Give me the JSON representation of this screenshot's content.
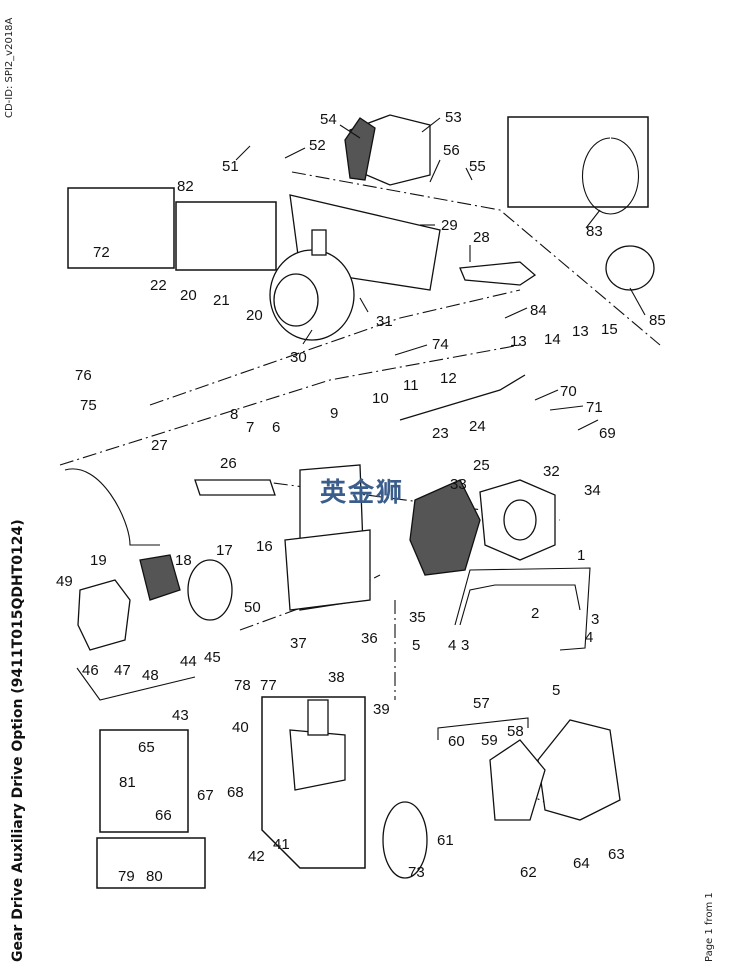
{
  "document": {
    "cd_id": "CD-ID: SPI2_v2018A",
    "title": "Gear Drive Auxiliary Drive Option (9411T015QDHT0124)",
    "page_info": "Page 1 from 1",
    "watermark": "英金狮"
  },
  "callouts": [
    {
      "id": "c1",
      "label": "1"
    },
    {
      "id": "c2",
      "label": "2"
    },
    {
      "id": "c3a",
      "label": "3"
    },
    {
      "id": "c3b",
      "label": "3"
    },
    {
      "id": "c4a",
      "label": "4"
    },
    {
      "id": "c4b",
      "label": "4"
    },
    {
      "id": "c5a",
      "label": "5"
    },
    {
      "id": "c5b",
      "label": "5"
    },
    {
      "id": "c6",
      "label": "6"
    },
    {
      "id": "c7",
      "label": "7"
    },
    {
      "id": "c8",
      "label": "8"
    },
    {
      "id": "c9",
      "label": "9"
    },
    {
      "id": "c10",
      "label": "10"
    },
    {
      "id": "c11",
      "label": "11"
    },
    {
      "id": "c12",
      "label": "12"
    },
    {
      "id": "c13a",
      "label": "13"
    },
    {
      "id": "c13b",
      "label": "13"
    },
    {
      "id": "c14",
      "label": "14"
    },
    {
      "id": "c15",
      "label": "15"
    },
    {
      "id": "c16",
      "label": "16"
    },
    {
      "id": "c17",
      "label": "17"
    },
    {
      "id": "c18",
      "label": "18"
    },
    {
      "id": "c19",
      "label": "19"
    },
    {
      "id": "c20a",
      "label": "20"
    },
    {
      "id": "c20b",
      "label": "20"
    },
    {
      "id": "c21",
      "label": "21"
    },
    {
      "id": "c22",
      "label": "22"
    },
    {
      "id": "c23",
      "label": "23"
    },
    {
      "id": "c24",
      "label": "24"
    },
    {
      "id": "c25",
      "label": "25"
    },
    {
      "id": "c26",
      "label": "26"
    },
    {
      "id": "c27",
      "label": "27"
    },
    {
      "id": "c28",
      "label": "28"
    },
    {
      "id": "c29",
      "label": "29"
    },
    {
      "id": "c30",
      "label": "30"
    },
    {
      "id": "c31",
      "label": "31"
    },
    {
      "id": "c32",
      "label": "32"
    },
    {
      "id": "c33",
      "label": "33"
    },
    {
      "id": "c34",
      "label": "34"
    },
    {
      "id": "c35",
      "label": "35"
    },
    {
      "id": "c36",
      "label": "36"
    },
    {
      "id": "c37",
      "label": "37"
    },
    {
      "id": "c38",
      "label": "38"
    },
    {
      "id": "c39",
      "label": "39"
    },
    {
      "id": "c40",
      "label": "40"
    },
    {
      "id": "c41",
      "label": "41"
    },
    {
      "id": "c42",
      "label": "42"
    },
    {
      "id": "c43",
      "label": "43"
    },
    {
      "id": "c44",
      "label": "44"
    },
    {
      "id": "c45",
      "label": "45"
    },
    {
      "id": "c46",
      "label": "46"
    },
    {
      "id": "c47",
      "label": "47"
    },
    {
      "id": "c48",
      "label": "48"
    },
    {
      "id": "c49",
      "label": "49"
    },
    {
      "id": "c50",
      "label": "50"
    },
    {
      "id": "c51",
      "label": "51"
    },
    {
      "id": "c52",
      "label": "52"
    },
    {
      "id": "c53",
      "label": "53"
    },
    {
      "id": "c54",
      "label": "54"
    },
    {
      "id": "c55",
      "label": "55"
    },
    {
      "id": "c56",
      "label": "56"
    },
    {
      "id": "c57",
      "label": "57"
    },
    {
      "id": "c58",
      "label": "58"
    },
    {
      "id": "c59",
      "label": "59"
    },
    {
      "id": "c60",
      "label": "60"
    },
    {
      "id": "c61",
      "label": "61"
    },
    {
      "id": "c62",
      "label": "62"
    },
    {
      "id": "c63",
      "label": "63"
    },
    {
      "id": "c64",
      "label": "64"
    },
    {
      "id": "c65",
      "label": "65"
    },
    {
      "id": "c66",
      "label": "66"
    },
    {
      "id": "c67",
      "label": "67"
    },
    {
      "id": "c68",
      "label": "68"
    },
    {
      "id": "c69",
      "label": "69"
    },
    {
      "id": "c70",
      "label": "70"
    },
    {
      "id": "c71",
      "label": "71"
    },
    {
      "id": "c72",
      "label": "72"
    },
    {
      "id": "c73",
      "label": "73"
    },
    {
      "id": "c74",
      "label": "74"
    },
    {
      "id": "c75",
      "label": "75"
    },
    {
      "id": "c76",
      "label": "76"
    },
    {
      "id": "c77",
      "label": "77"
    },
    {
      "id": "c78",
      "label": "78"
    },
    {
      "id": "c79",
      "label": "79"
    },
    {
      "id": "c80",
      "label": "80"
    },
    {
      "id": "c81",
      "label": "81"
    },
    {
      "id": "c82",
      "label": "82"
    },
    {
      "id": "c83",
      "label": "83"
    },
    {
      "id": "c84",
      "label": "84"
    },
    {
      "id": "c85",
      "label": "85"
    }
  ]
}
